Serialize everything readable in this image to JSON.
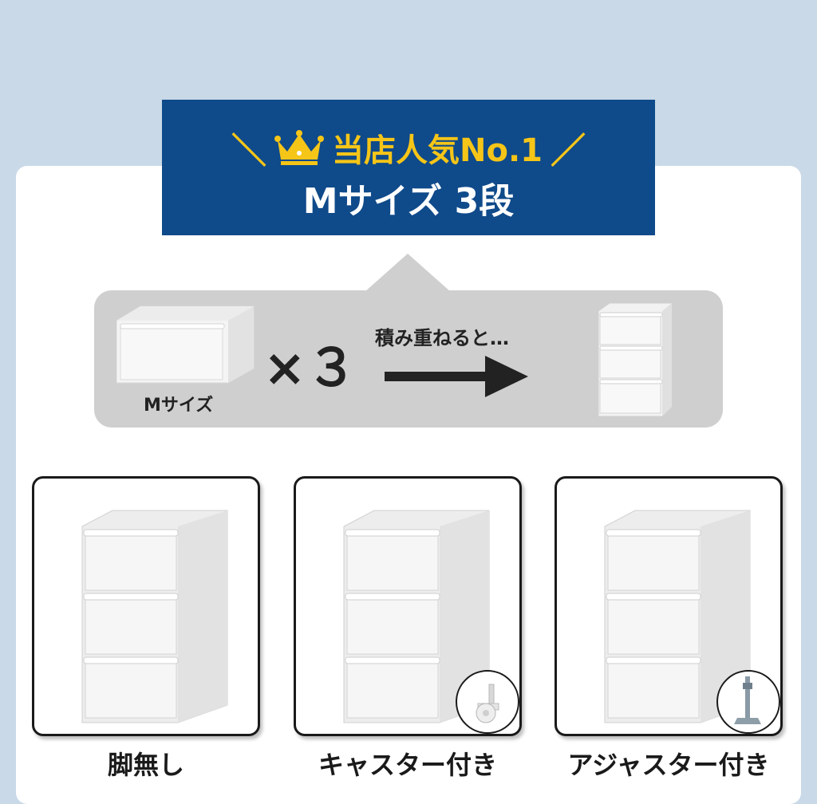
{
  "banner": {
    "headline": "当店人気No.1",
    "subtitle": "Mサイズ 3段",
    "slash_left": "＼",
    "slash_right": "／",
    "accent_color": "#f5c518",
    "bg_color": "#0f4a8a"
  },
  "diagram": {
    "single_label": "Mサイズ",
    "multiplier": "×３",
    "action_text": "積み重ねると…"
  },
  "variants": [
    {
      "label": "脚無し",
      "badge": ""
    },
    {
      "label": "キャスター付き",
      "badge": "caster-icon"
    },
    {
      "label": "アジャスター付き",
      "badge": "adjuster-icon"
    }
  ]
}
